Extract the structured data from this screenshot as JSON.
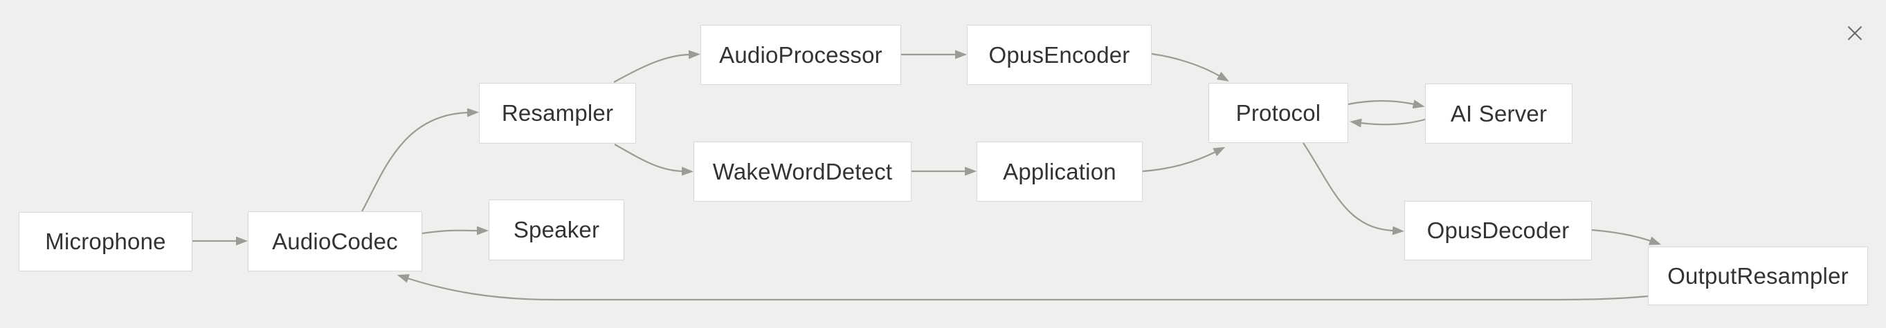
{
  "canvas": {
    "background_color": "#f0efed"
  },
  "close_button": {
    "icon": "close-icon",
    "color": "#6b6b6b"
  },
  "diagram": {
    "type": "flowchart",
    "colors": {
      "node_fill": "#ffffff",
      "node_border": "#d8d7d5",
      "node_text": "#333333",
      "edge": "#9a9a97"
    },
    "nodes": [
      {
        "id": "microphone",
        "label": "Microphone"
      },
      {
        "id": "audiocodec",
        "label": "AudioCodec"
      },
      {
        "id": "resampler",
        "label": "Resampler"
      },
      {
        "id": "speaker",
        "label": "Speaker"
      },
      {
        "id": "audioprocessor",
        "label": "AudioProcessor"
      },
      {
        "id": "opusencoder",
        "label": "OpusEncoder"
      },
      {
        "id": "wakeworddetect",
        "label": "WakeWordDetect"
      },
      {
        "id": "application",
        "label": "Application"
      },
      {
        "id": "protocol",
        "label": "Protocol"
      },
      {
        "id": "aiserver",
        "label": "AI Server"
      },
      {
        "id": "opusdecoder",
        "label": "OpusDecoder"
      },
      {
        "id": "outputresampler",
        "label": "OutputResampler"
      }
    ],
    "edges": [
      {
        "from": "microphone",
        "to": "audiocodec"
      },
      {
        "from": "audiocodec",
        "to": "resampler"
      },
      {
        "from": "audiocodec",
        "to": "speaker"
      },
      {
        "from": "resampler",
        "to": "audioprocessor"
      },
      {
        "from": "resampler",
        "to": "wakeworddetect"
      },
      {
        "from": "audioprocessor",
        "to": "opusencoder"
      },
      {
        "from": "opusencoder",
        "to": "protocol"
      },
      {
        "from": "wakeworddetect",
        "to": "application"
      },
      {
        "from": "application",
        "to": "protocol"
      },
      {
        "from": "protocol",
        "to": "aiserver"
      },
      {
        "from": "aiserver",
        "to": "protocol"
      },
      {
        "from": "protocol",
        "to": "opusdecoder"
      },
      {
        "from": "opusdecoder",
        "to": "outputresampler"
      },
      {
        "from": "outputresampler",
        "to": "audiocodec"
      }
    ]
  }
}
